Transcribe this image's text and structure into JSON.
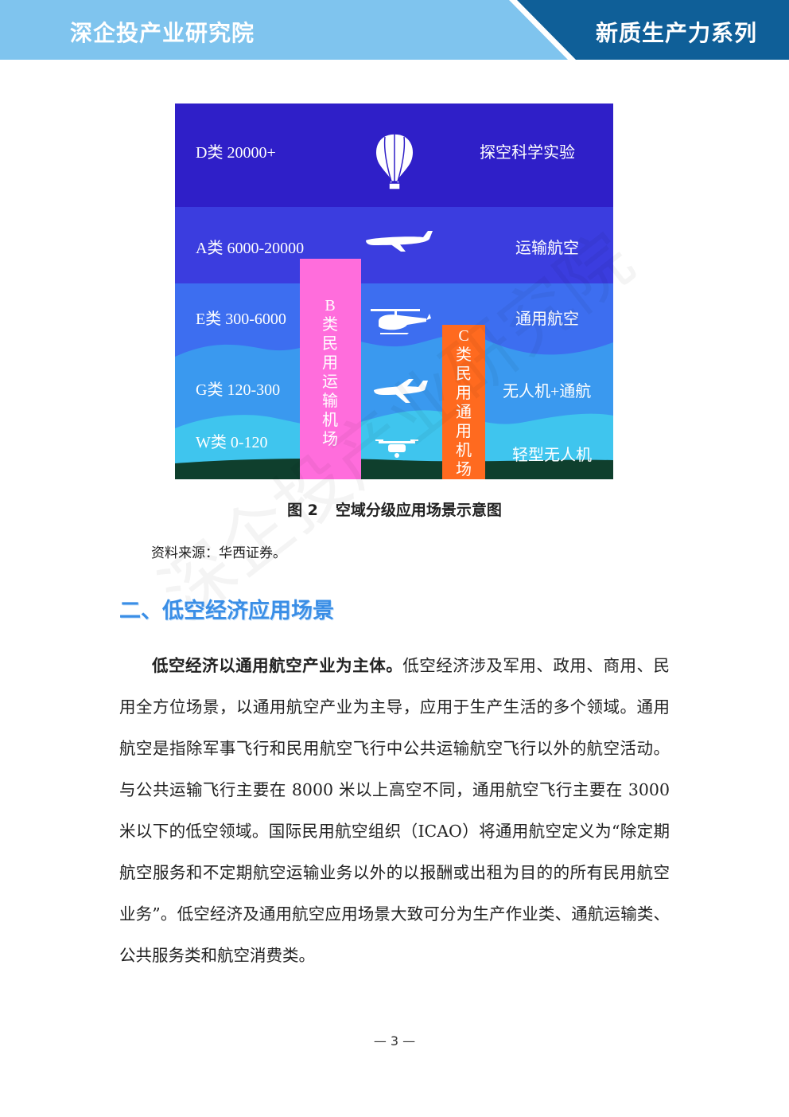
{
  "header": {
    "org": "深企投产业研究院",
    "series": "新质生产力系列",
    "colors": {
      "light": "#7fc4ee",
      "dark": "#0f5f98"
    }
  },
  "figure": {
    "rows": [
      {
        "class_label": "D类 20000+",
        "use": "探空科学实验",
        "icon": "balloon-icon"
      },
      {
        "class_label": "A类 6000-20000",
        "use": "运输航空",
        "icon": "airliner-icon"
      },
      {
        "class_label": "E类 300-6000",
        "use": "通用航空",
        "icon": "helicopter-icon"
      },
      {
        "class_label": "G类 120-300",
        "use": "无人机+通航",
        "icon": "small-aircraft-icon"
      },
      {
        "class_label": "W类 0-120",
        "use": "轻型无人机",
        "icon": "drone-icon"
      }
    ],
    "b_airport": [
      "B",
      "类",
      "民",
      "用",
      "运",
      "输",
      "机",
      "场"
    ],
    "c_airport": [
      "C",
      "类",
      "民",
      "用",
      "通",
      "用",
      "机",
      "场"
    ],
    "colors": {
      "d": "#2f1fc8",
      "a": "#3b3ddf",
      "e": "#3d6ef0",
      "g": "#3a99ef",
      "w": "#3fc5ee",
      "ground": "#0f3f2d",
      "b_bar": "#ff6ddc",
      "c_bar": "#ff6a1f"
    }
  },
  "caption": {
    "number": "图 2",
    "title": "空域分级应用场景示意图"
  },
  "source": "资料来源：华西证券。",
  "section_title": "二、低空经济应用场景",
  "paragraph": {
    "lead": "低空经济以通用航空产业为主体。",
    "text": "低空经济涉及军用、政用、商用、民用全方位场景，以通用航空产业为主导，应用于生产生活的多个领域。通用航空是指除军事飞行和民用航空飞行中公共运输航空飞行以外的航空活动。与公共运输飞行主要在 8000 米以上高空不同，通用航空飞行主要在 3000 米以下的低空领域。国际民用航空组织（ICAO）将通用航空定义为“除定期航空服务和不定期航空运输业务以外的以报酬或出租为目的的所有民用航空业务”。低空经济及通用航空应用场景大致可分为生产作业类、通航运输类、公共服务类和航空消费类。"
  },
  "page_number": "— 3 —",
  "watermark": "深企投产业研究院"
}
